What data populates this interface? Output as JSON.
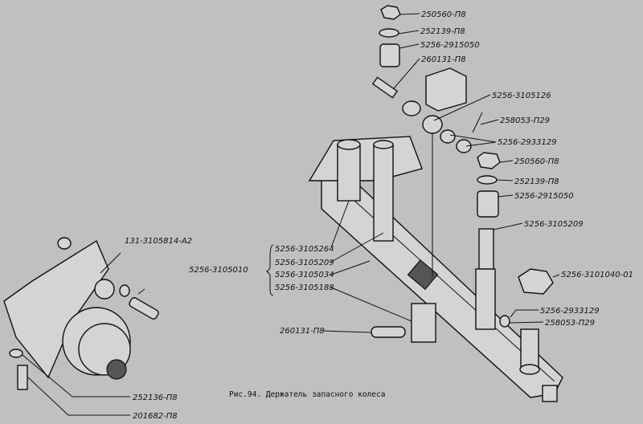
{
  "figure": {
    "caption": "Рис.94. Держатель запасного колеса",
    "labels_top": [
      "250560-П8",
      "252139-П8",
      "5256-2915050",
      "260131-П8",
      "5256-3105126",
      "258053-П29",
      "5256-2933129"
    ],
    "labels_right": [
      "250560-П8",
      "252139-П8",
      "5256-2915050",
      "5256-3105209",
      "5256-3101040-01",
      "5256-2933129",
      "258053-П29"
    ],
    "assembly_label": "5256-3105010",
    "assembly_parts": [
      "5256-3105264",
      "5256-3105209",
      "5256-3105034",
      "5256-3105188"
    ],
    "pin_label": "260131-П8",
    "left_labels": [
      "131-3105814-A2",
      "252136-П8",
      "201682-П8"
    ]
  }
}
